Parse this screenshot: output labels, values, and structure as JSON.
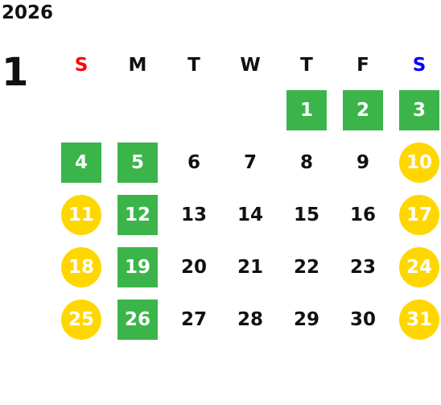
{
  "calendar": {
    "year": "2026",
    "month": "1",
    "weekdays": [
      "S",
      "M",
      "T",
      "W",
      "T",
      "F",
      "S"
    ],
    "weekday_colors": [
      "#ff0000",
      "#111111",
      "#111111",
      "#111111",
      "#111111",
      "#111111",
      "#0000ff"
    ],
    "highlight_colors": {
      "green": "#3bb54a",
      "yellow": "#ffd700"
    },
    "weeks": [
      [
        {
          "day": ""
        },
        {
          "day": ""
        },
        {
          "day": ""
        },
        {
          "day": ""
        },
        {
          "day": "1",
          "style": "green"
        },
        {
          "day": "2",
          "style": "green"
        },
        {
          "day": "3",
          "style": "green"
        }
      ],
      [
        {
          "day": "4",
          "style": "green"
        },
        {
          "day": "5",
          "style": "green"
        },
        {
          "day": "6"
        },
        {
          "day": "7"
        },
        {
          "day": "8"
        },
        {
          "day": "9"
        },
        {
          "day": "10",
          "style": "yellow"
        }
      ],
      [
        {
          "day": "11",
          "style": "yellow"
        },
        {
          "day": "12",
          "style": "green"
        },
        {
          "day": "13"
        },
        {
          "day": "14"
        },
        {
          "day": "15"
        },
        {
          "day": "16"
        },
        {
          "day": "17",
          "style": "yellow"
        }
      ],
      [
        {
          "day": "18",
          "style": "yellow"
        },
        {
          "day": "19",
          "style": "green"
        },
        {
          "day": "20"
        },
        {
          "day": "21"
        },
        {
          "day": "22"
        },
        {
          "day": "23"
        },
        {
          "day": "24",
          "style": "yellow"
        }
      ],
      [
        {
          "day": "25",
          "style": "yellow"
        },
        {
          "day": "26",
          "style": "green"
        },
        {
          "day": "27"
        },
        {
          "day": "28"
        },
        {
          "day": "29"
        },
        {
          "day": "30"
        },
        {
          "day": "31",
          "style": "yellow"
        }
      ]
    ]
  }
}
